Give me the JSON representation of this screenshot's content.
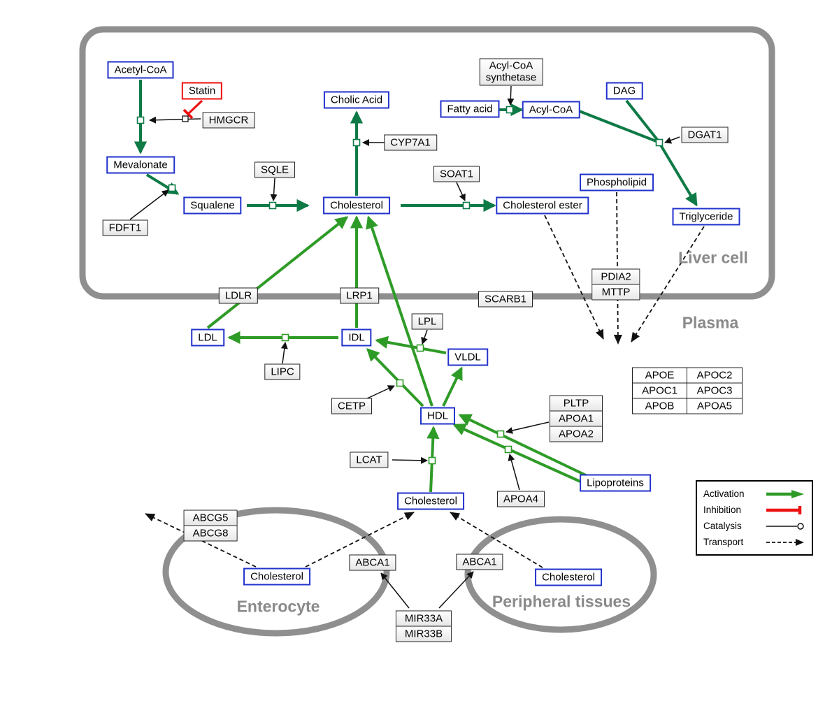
{
  "colors": {
    "metabolite_border": "#2233cc",
    "inhibition_red": "#ee1111",
    "activation_dark_green": "#0e7a46",
    "activation_bright_green": "#2f9b27",
    "membrane_gray": "#8f8f8f"
  },
  "compartments": {
    "liver": "Liver cell",
    "plasma": "Plasma",
    "enterocyte": "Enterocyte",
    "peripheral": "Peripheral tissues"
  },
  "nodes": {
    "acetyl_coa": "Acetyl-CoA",
    "statin": "Statin",
    "hmgcr": "HMGCR",
    "mevalonate": "Mevalonate",
    "sqle": "SQLE",
    "fdft1": "FDFT1",
    "squalene": "Squalene",
    "cholesterol_liver": "Cholesterol",
    "cholic_acid": "Cholic Acid",
    "cyp7a1": "CYP7A1",
    "soat1": "SOAT1",
    "cholesterol_ester": "Cholesterol ester",
    "fatty_acid": "Fatty acid",
    "acyl_coa": "Acyl-CoA",
    "acs_line1": "Acyl-CoA",
    "acs_line2": "synthetase",
    "dag": "DAG",
    "dgat1": "DGAT1",
    "phospholipid": "Phospholipid",
    "triglyceride": "Triglyceride",
    "pdia2": "PDIA2",
    "mttp": "MTTP",
    "ldlr": "LDLR",
    "lrp1": "LRP1",
    "scarb1": "SCARB1",
    "lpl": "LPL",
    "ldl": "LDL",
    "idl": "IDL",
    "vldl": "VLDL",
    "lipc": "LIPC",
    "cetp": "CETP",
    "hdl": "HDL",
    "lcat": "LCAT",
    "cholesterol_plasma": "Cholesterol",
    "apoa4": "APOA4",
    "lipoproteins": "Lipoproteins",
    "pltp": "PLTP",
    "apoa1": "APOA1",
    "apoa2": "APOA2",
    "apoe": "APOE",
    "apoc2": "APOC2",
    "apoc1": "APOC1",
    "apoc3": "APOC3",
    "apob": "APOB",
    "apoa5": "APOA5",
    "abcg5": "ABCG5",
    "abcg8": "ABCG8",
    "abca1_left": "ABCA1",
    "abca1_right": "ABCA1",
    "cholesterol_enterocyte": "Cholesterol",
    "cholesterol_peripheral": "Cholesterol",
    "mir33a": "MIR33A",
    "mir33b": "MIR33B"
  },
  "legend": {
    "activation": "Activation",
    "inhibition": "Inhibition",
    "catalysis": "Catalysis",
    "transport": "Transport"
  }
}
